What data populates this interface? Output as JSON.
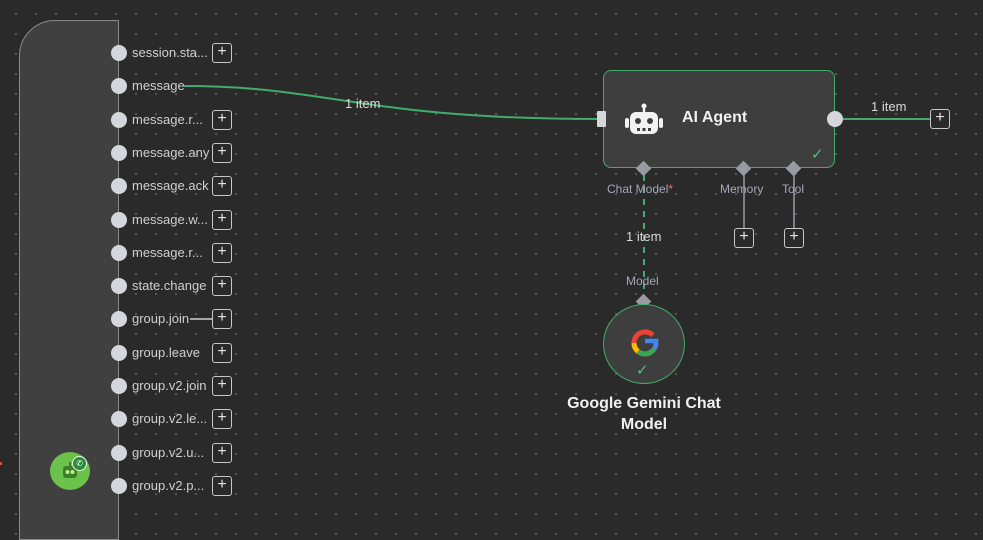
{
  "trigger_node": {
    "outputs": [
      {
        "label": "session.sta...",
        "plus": "+"
      },
      {
        "label": "message",
        "plus": ""
      },
      {
        "label": "message.r...",
        "plus": "+"
      },
      {
        "label": "message.any",
        "plus": "+"
      },
      {
        "label": "message.ack",
        "plus": "+"
      },
      {
        "label": "message.w...",
        "plus": "+"
      },
      {
        "label": "message.r...",
        "plus": "+"
      },
      {
        "label": "state.change",
        "plus": "+"
      },
      {
        "label": "group.join",
        "plus": "+"
      },
      {
        "label": "group.leave",
        "plus": "+"
      },
      {
        "label": "group.v2.join",
        "plus": "+"
      },
      {
        "label": "group.v2.le...",
        "plus": "+"
      },
      {
        "label": "group.v2.u...",
        "plus": "+"
      },
      {
        "label": "group.v2.p...",
        "plus": "+"
      }
    ],
    "icon": "whatsapp-robot-icon"
  },
  "edges": {
    "message_to_agent": "1 item",
    "agent_output": "1 item",
    "model_to_agent": "1 item"
  },
  "agent_node": {
    "title": "AI Agent",
    "icon": "robot-icon",
    "status": "success-check",
    "ports": {
      "chat_model": "Chat Model",
      "required_mark": "*",
      "memory": "Memory",
      "tool": "Tool"
    },
    "output_plus": "+",
    "memory_plus": "+",
    "tool_plus": "+"
  },
  "gemini_node": {
    "port_label": "Model",
    "title": "Google Gemini Chat Model",
    "logo": "G",
    "status": "success-check"
  },
  "colors": {
    "accent": "#3fae6a",
    "canvas": "#2a2a2a",
    "node": "#3e3e3e",
    "handle": "#d5d5dc",
    "required": "#ff6b6b"
  }
}
